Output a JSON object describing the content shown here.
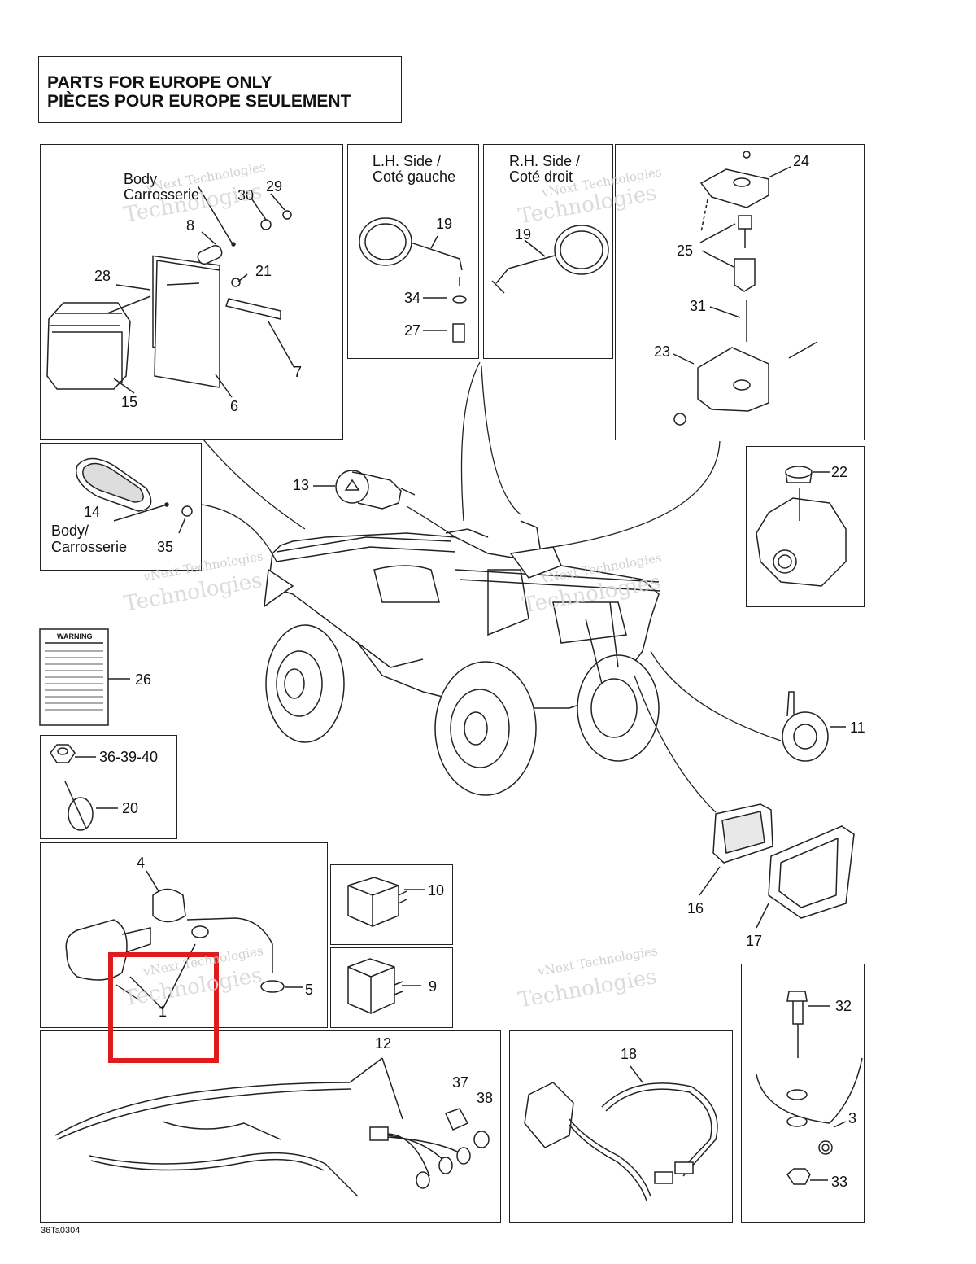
{
  "title": {
    "line1": "PARTS FOR EUROPE ONLY",
    "line2": "PIÈCES POUR EUROPE SEULEMENT"
  },
  "panels": {
    "body_rear": {
      "body_label": "Body",
      "carrosserie_label": "Carrosserie"
    },
    "lh_side": {
      "line1": "L.H. Side /",
      "line2": "Coté gauche"
    },
    "rh_side": {
      "line1": "R.H. Side /",
      "line2": "Coté droit"
    },
    "body_front": {
      "line1": "Body/",
      "line2": "Carrosserie"
    }
  },
  "part_labels": {
    "p1": "1",
    "p3": "3",
    "p4": "4",
    "p5": "5",
    "p6": "6",
    "p7": "7",
    "p8": "8",
    "p9": "9",
    "p10": "10",
    "p11": "11",
    "p12": "12",
    "p13": "13",
    "p14": "14",
    "p15": "15",
    "p16": "16",
    "p17": "17",
    "p18": "18",
    "p19a": "19",
    "p19b": "19",
    "p20": "20",
    "p21": "21",
    "p22": "22",
    "p23": "23",
    "p24": "24",
    "p25": "25",
    "p26": "26",
    "p27": "27",
    "p28": "28",
    "p29": "29",
    "p30": "30",
    "p31": "31",
    "p32": "32",
    "p33": "33",
    "p34": "34",
    "p35": "35",
    "p36": "36-39-40",
    "p37": "37",
    "p38": "38"
  },
  "watermark": {
    "small": "vNext Technologies",
    "large": "Technologies"
  },
  "warning_label": {
    "heading": "WARNING"
  },
  "drawing_code": "36Ta0304",
  "highlight_color": "#e01b1b"
}
